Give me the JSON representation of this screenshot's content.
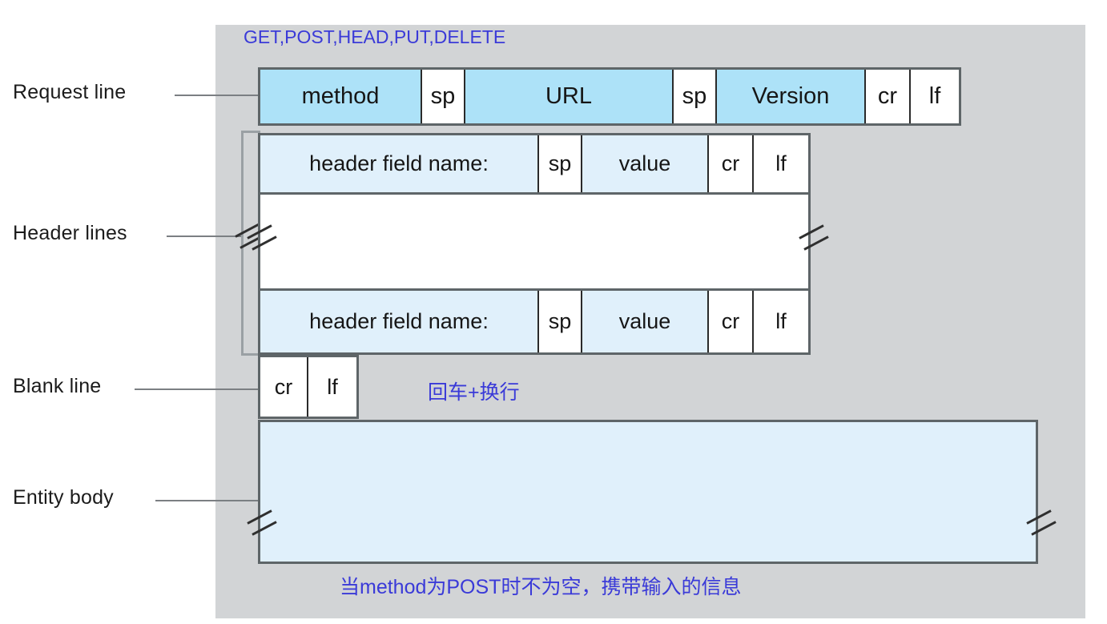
{
  "diagram": {
    "title": "HTTP request message format",
    "colors": {
      "panel_background": "#d2d4d6",
      "request_line_fill": "#ade2f8",
      "header_fill": "#e0f0fb",
      "entity_body_fill": "#e0f0fb",
      "cell_white": "#ffffff",
      "box_border": "#5e6568",
      "cell_divider": "#2a2a2a",
      "annotation_text": "#3a3ad8",
      "label_text": "#1b1b1b",
      "leader_line": "#7b7f83",
      "bracket": "#9aa0a4"
    }
  },
  "side_labels": {
    "request_line": "Request line",
    "header_lines": "Header lines",
    "blank_line": "Blank line",
    "entity_body": "Entity body"
  },
  "annotations": {
    "methods": "GET,POST,HEAD,PUT,DELETE",
    "blank_line_note": "回车+换行",
    "entity_body_note": "当method为POST时不为空，携带输入的信息"
  },
  "request_line": {
    "cells": [
      {
        "text": "method",
        "style": "blue"
      },
      {
        "text": "sp",
        "style": "white"
      },
      {
        "text": "URL",
        "style": "blue"
      },
      {
        "text": "sp",
        "style": "white"
      },
      {
        "text": "Version",
        "style": "blue"
      },
      {
        "text": "cr",
        "style": "white"
      },
      {
        "text": "lf",
        "style": "white"
      }
    ]
  },
  "header_line_first": {
    "cells": [
      {
        "text": "header field name:",
        "style": "pale"
      },
      {
        "text": "sp",
        "style": "white"
      },
      {
        "text": "value",
        "style": "pale"
      },
      {
        "text": "cr",
        "style": "white"
      },
      {
        "text": "lf",
        "style": "white"
      }
    ]
  },
  "header_line_last": {
    "cells": [
      {
        "text": "header field name:",
        "style": "pale"
      },
      {
        "text": "sp",
        "style": "white"
      },
      {
        "text": "value",
        "style": "pale"
      },
      {
        "text": "cr",
        "style": "white"
      },
      {
        "text": "lf",
        "style": "white"
      }
    ]
  },
  "blank_line": {
    "cells": [
      {
        "text": "cr",
        "style": "white"
      },
      {
        "text": "lf",
        "style": "white"
      }
    ]
  },
  "entity_body": {
    "content": ""
  },
  "break_marks": {
    "names": [
      "header-ellipsis-break-left",
      "header-ellipsis-break-right",
      "entity-body-break-left",
      "entity-body-break-right",
      "header-bracket-break"
    ]
  }
}
